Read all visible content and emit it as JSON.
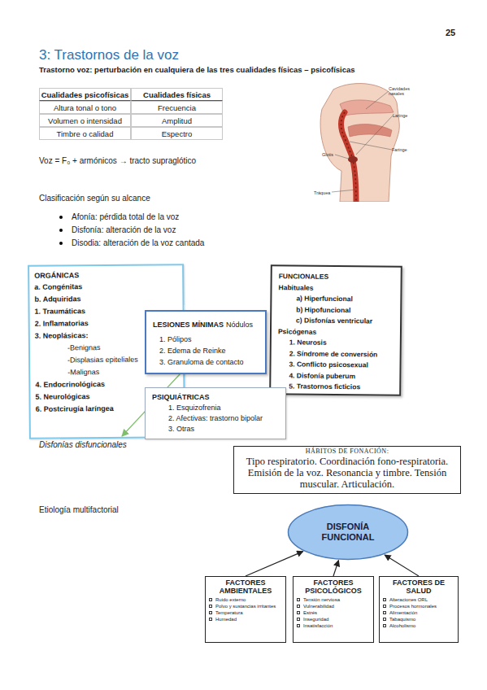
{
  "diagram": {
    "title": "3: Trastornos de la voz",
    "nodes": [
      {
        "text": [
          "ORGÁNICAS",
          "a. Congénitas",
          "b. Adquiridas",
          "1. Traumáticas",
          "2. Inflamatorias",
          "3. Neoplásicas:",
          "-Benignas",
          "-Displasias epiteliales",
          "-Malignas",
          "4. Endocrinológicas",
          "5. Neurológicas",
          "6. Postcirugía laríngea"
        ]
      },
      {
        "text": [
          "LESIONES MÍNIMAS",
          "Nódulos",
          "1. Pólipos",
          "2. Edema de Reinke",
          "3. Granuloma de contacto"
        ]
      },
      {
        "text": [
          "FUNCIONALES",
          "Habituales",
          "a) Hiperfuncional",
          "b) Hipofuncional",
          "c) Disfonías ventricular",
          "Psicógenas",
          "1. Neurosis",
          "2. Síndrome de conversión",
          "3. Conflicto psicosexual",
          "4. Disfonía puberum",
          "5. Trastornos ficticios"
        ]
      },
      {
        "text": [
          "PSIQUIÁTRICAS",
          "1. Esquizofrenia",
          "2. Afectivas: trastorno bipolar",
          "3. Otras"
        ]
      },
      {
        "text": [
          "HÁBITOS DE FONACIÓN:",
          "Tipo respiratorio. Coordinación fono-respiratoria. Emisión de la voz. Resonancia y timbre. Tensión muscular. Articulación."
        ]
      },
      {
        "text": [
          "DISFONÍA FUNCIONAL"
        ]
      },
      {
        "text": [
          "FACTORES AMBIENTALES",
          "Ruido externo",
          "Polvo y sustancias irritantes",
          "Temperatura",
          "Humedad"
        ]
      },
      {
        "text": [
          "FACTORES PSICOLÓGICOS",
          "Tensión nerviosa",
          "Vulnerabilidad",
          "Estrés",
          "Inseguridad",
          "Insatisfacción"
        ]
      },
      {
        "text": [
          "FACTORES DE SALUD",
          "Alteraciones ORL",
          "Procesos hormonales",
          "Alimentación",
          "Tabaquismo",
          "Alcoholismo"
        ]
      }
    ],
    "edges": [
      {
        "from": 6,
        "to": 5,
        "arrow": "to"
      },
      {
        "from": 7,
        "to": 5,
        "arrow": "to"
      },
      {
        "from": 8,
        "to": 5,
        "arrow": "to"
      }
    ],
    "labels": [
      "25",
      "Trastorno voz: perturbación en cualquiera de las tres cualidades físicas – psicofísicas",
      "Cualidades psicofísicas",
      "Cualidades físicas",
      "Altura tonal o tono",
      "Frecuencia",
      "Volumen o intensidad",
      "Amplitud",
      "Timbre o calidad",
      "Espectro",
      "Cavidades nasales",
      "Laringe",
      "Faringe",
      "Glotis",
      "Tráquea",
      "Voz = F₀ + armónicos → tracto supraglótico",
      "Clasificación según su alcance",
      "Afonía: pérdida total de la voz",
      "Disfonía: alteración de la voz",
      "Disodia: alteración de la voz cantada",
      "Disfonías disfuncionales",
      "Etiología multifactorial"
    ]
  }
}
